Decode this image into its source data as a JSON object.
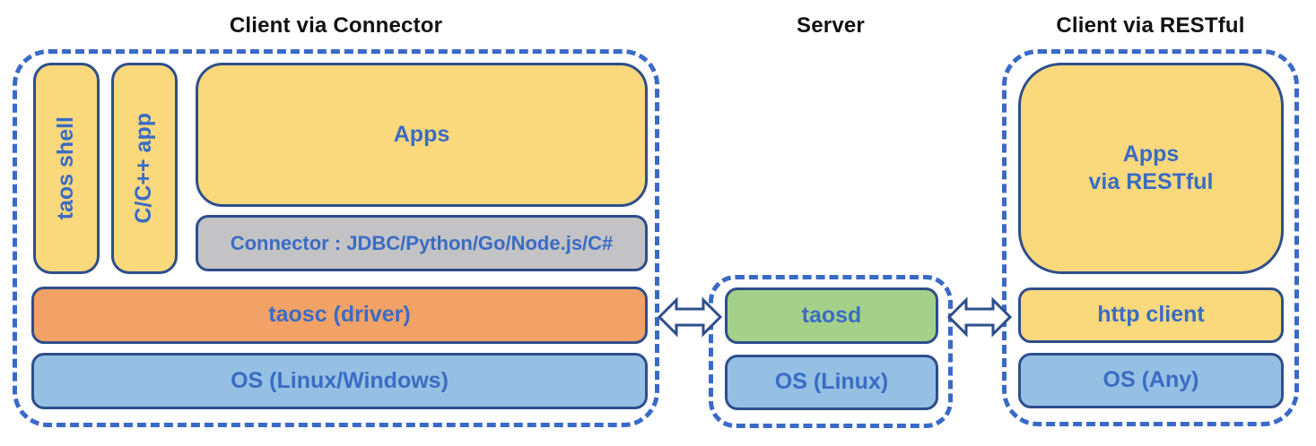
{
  "colors": {
    "dashed_border": "#3A6AC8",
    "box_border": "#2E4E8C",
    "text_blue": "#3A6CC4",
    "title_black": "#111111",
    "yellow": "#FAD87C",
    "orange": "#F2A266",
    "green": "#A5D08A",
    "light_blue": "#95C0E4",
    "gray": "#C3C3C5",
    "arrow_fill": "#FFFFFF"
  },
  "sections": {
    "connector": {
      "title": "Client via Connector",
      "taos_shell": "taos shell",
      "cpp_app": "C/C++ app",
      "apps": "Apps",
      "connector": "Connector : JDBC/Python/Go/Node.js/C#",
      "taosc": "taosc (driver)",
      "os": "OS (Linux/Windows)"
    },
    "server": {
      "title": "Server",
      "taosd": "taosd",
      "os": "OS (Linux)"
    },
    "restful": {
      "title": "Client via RESTful",
      "apps_line1": "Apps",
      "apps_line2": "via RESTful",
      "http_client": "http client",
      "os": "OS (Any)"
    }
  }
}
